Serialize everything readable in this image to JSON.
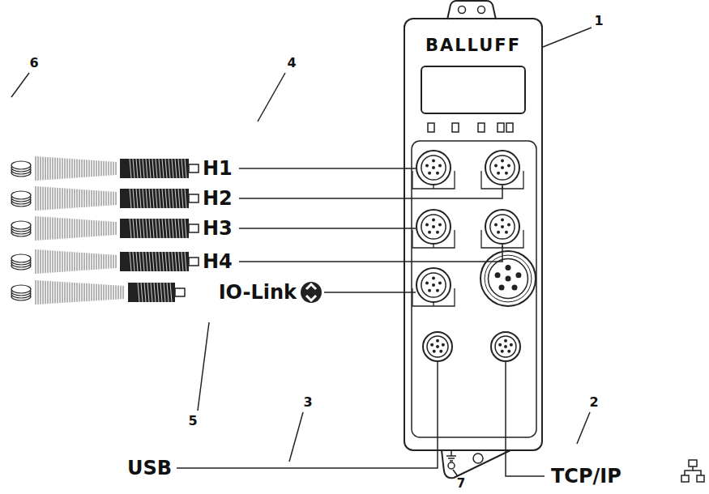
{
  "diagram": {
    "nodes": [
      {
        "text": [
          "BALLUFF"
        ]
      }
    ],
    "labels": [
      "1",
      "6",
      "4",
      "H1",
      "H2",
      "H3",
      "H4",
      "IO-Link",
      "5",
      "3",
      "2",
      "USB",
      "TCP/IP",
      "7"
    ]
  }
}
